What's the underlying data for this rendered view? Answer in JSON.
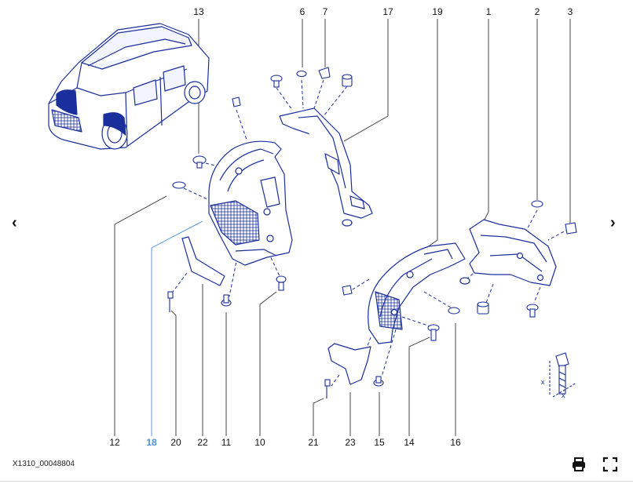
{
  "diagram": {
    "callouts": [
      {
        "id": "13",
        "highlight": false
      },
      {
        "id": "6",
        "highlight": false
      },
      {
        "id": "7",
        "highlight": false
      },
      {
        "id": "17",
        "highlight": false
      },
      {
        "id": "19",
        "highlight": false
      },
      {
        "id": "1",
        "highlight": false
      },
      {
        "id": "2",
        "highlight": false
      },
      {
        "id": "3",
        "highlight": false
      },
      {
        "id": "12",
        "highlight": false
      },
      {
        "id": "18",
        "highlight": true
      },
      {
        "id": "20",
        "highlight": false
      },
      {
        "id": "22",
        "highlight": false
      },
      {
        "id": "11",
        "highlight": false
      },
      {
        "id": "10",
        "highlight": false
      },
      {
        "id": "21",
        "highlight": false
      },
      {
        "id": "23",
        "highlight": false
      },
      {
        "id": "15",
        "highlight": false
      },
      {
        "id": "14",
        "highlight": false
      },
      {
        "id": "16",
        "highlight": false
      }
    ],
    "reference_code": "X1310_00048804",
    "dimension_label": "x",
    "line_color": "#1a2f9c",
    "highlight_color": "#4a90e2"
  },
  "nav": {
    "prev_icon": "chevron-left-icon",
    "next_icon": "chevron-right-icon",
    "prev": "‹",
    "next": "›"
  },
  "toolbar": {
    "print_icon": "printer-icon",
    "expand_icon": "expand-icon"
  }
}
